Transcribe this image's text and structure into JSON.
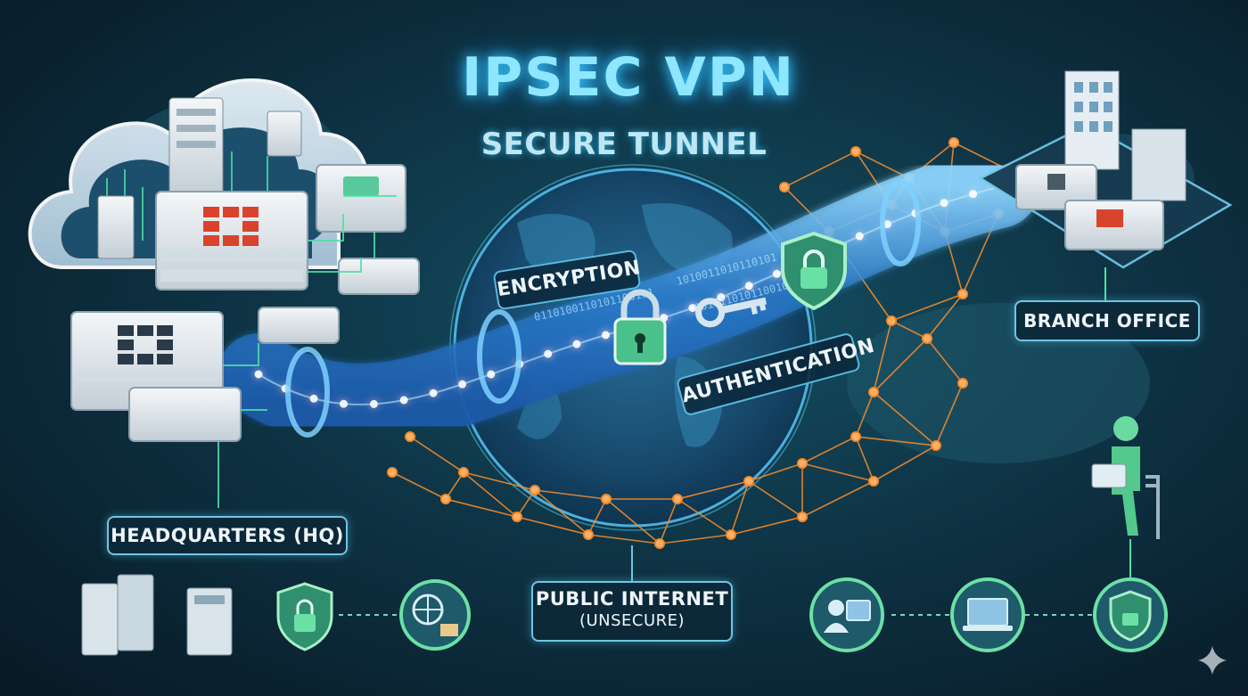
{
  "title": "IPSEC VPN",
  "subtitle": "SECURE TUNNEL",
  "labels": {
    "headquarters": "HEADQUARTERS (HQ)",
    "branch": "BRANCH OFFICE",
    "internet_line1": "PUBLIC INTERNET",
    "internet_line2": "(UNSECURE)",
    "encryption": "ENCRYPTION",
    "authentication": "AUTHENTICATION"
  },
  "colors": {
    "tunnel": "#3aa6ff",
    "mesh": "#f08a2c",
    "accent_green": "#59d39a",
    "firewall_red": "#d9432c",
    "glow": "#6ec6e4"
  },
  "icons": [
    "cloud-icon",
    "server-icon",
    "firewall-icon",
    "switch-icon",
    "globe-icon",
    "padlock-icon",
    "key-icon",
    "shield-icon",
    "building-icon",
    "user-laptop-icon",
    "laptop-icon"
  ]
}
